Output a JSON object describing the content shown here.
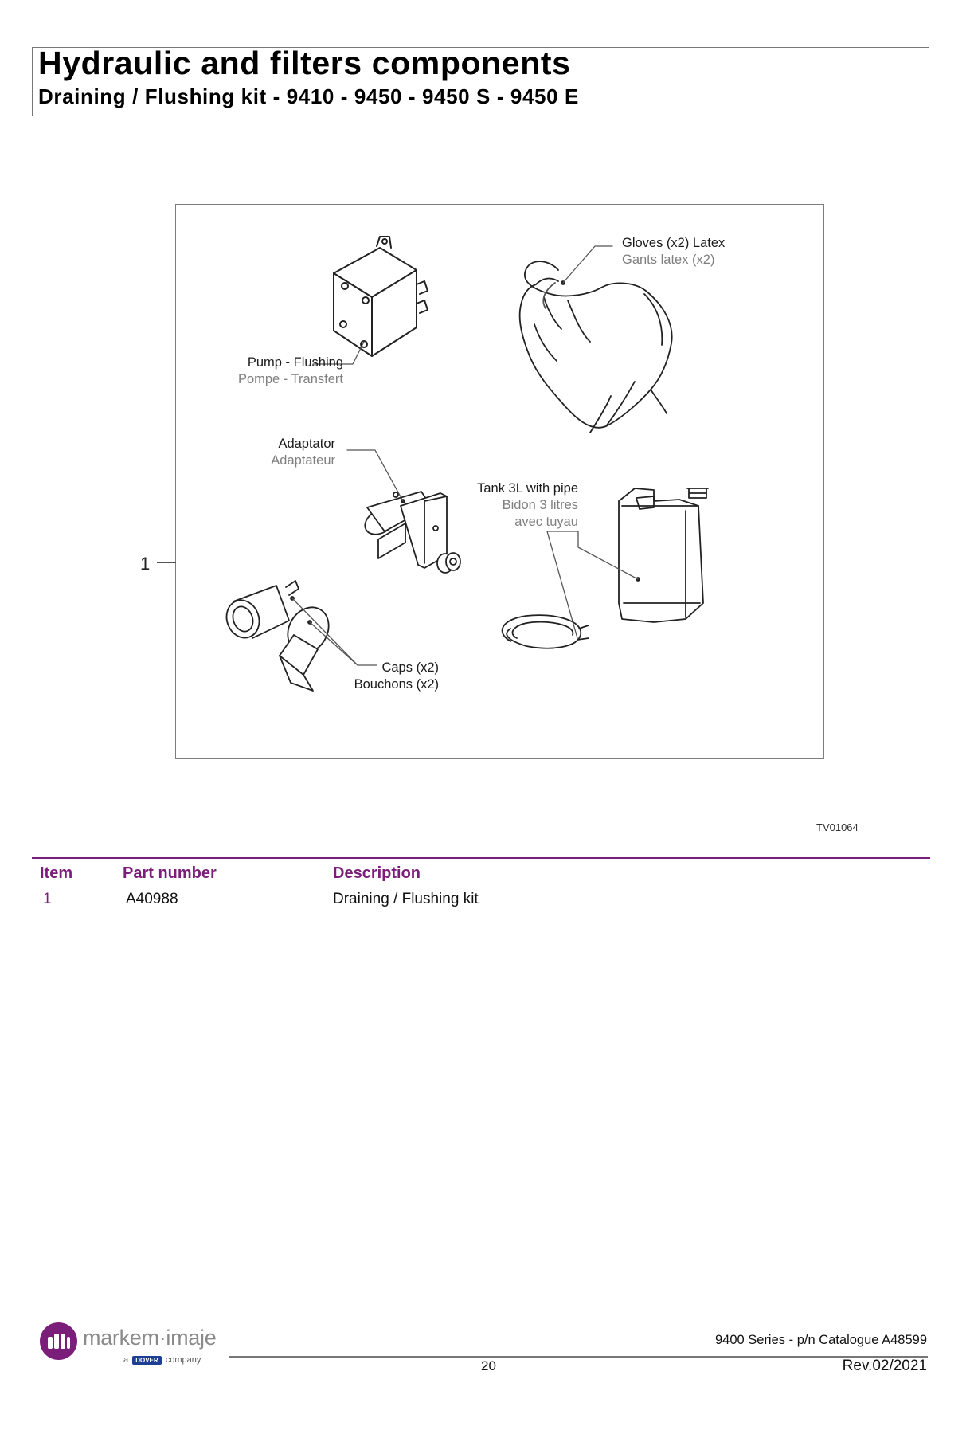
{
  "header": {
    "title": "Hydraulic and filters components",
    "subtitle": "Draining / Flushing kit - 9410 - 9450 - 9450 S - 9450 E"
  },
  "figure": {
    "item_number": "1",
    "reference": "TV01064",
    "labels": {
      "gloves": {
        "en": "Gloves (x2) Latex",
        "fr": "Gants latex (x2)"
      },
      "pump": {
        "en": "Pump - Flushing",
        "fr": "Pompe - Transfert"
      },
      "adaptator": {
        "en": "Adaptator",
        "fr": "Adaptateur"
      },
      "tank": {
        "en": "Tank 3L with pipe",
        "fr1": "Bidon 3 litres",
        "fr2": "avec tuyau"
      },
      "caps": {
        "en": "Caps (x2)",
        "fr": "Bouchons (x2)"
      }
    }
  },
  "table": {
    "headers": [
      "Item",
      "Part number",
      "Description"
    ],
    "rows": [
      {
        "item": "1",
        "part_number": "A40988",
        "description": "Draining / Flushing kit"
      }
    ]
  },
  "footer": {
    "logo_text": "markem·imaje",
    "logo_sub_a": "a",
    "logo_sub_brand": "DOVER",
    "logo_sub_company": "company",
    "catalogue": "9400 Series - p/n Catalogue A48599",
    "page": "20",
    "revision": "Rev.02/2021"
  },
  "colors": {
    "accent": "#7b1e7a",
    "dover_blue": "#1c3f94"
  }
}
